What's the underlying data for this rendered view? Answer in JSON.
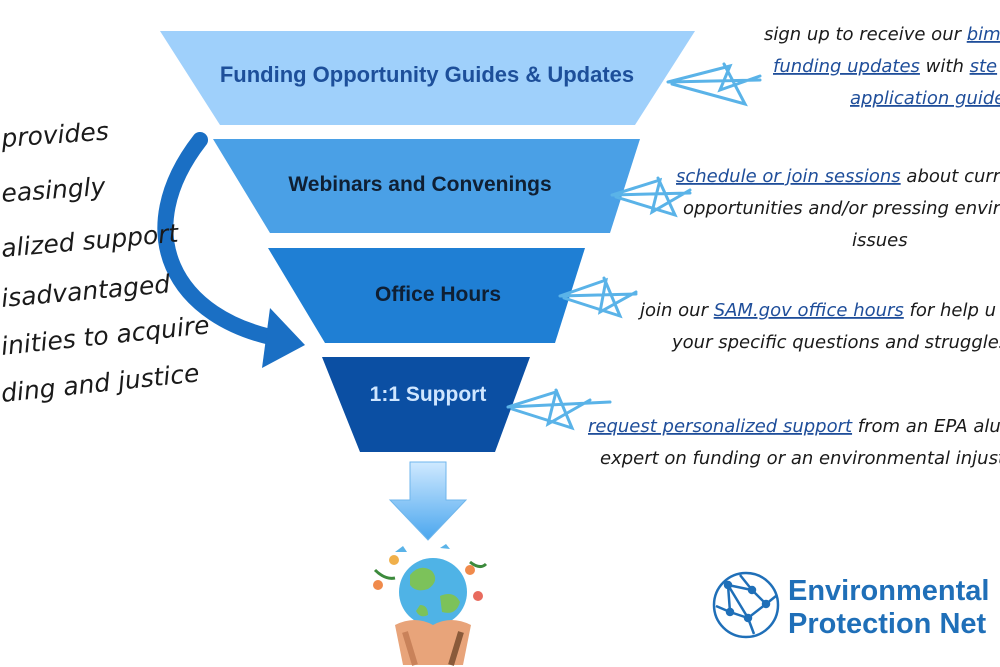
{
  "tiers": [
    {
      "label": "Funding Opportunity Guides & Updates",
      "color": "#9fd0fb",
      "text_color": "#1d4f9a"
    },
    {
      "label": "Webinars and Convenings",
      "color": "#4aa0e6",
      "text_color": "#0f1f33"
    },
    {
      "label": "Office Hours",
      "color": "#1f7fd4",
      "text_color": "#0f1f33"
    },
    {
      "label": "1:1 Support",
      "color": "#0b4fa3",
      "text_color": "#cfe6ff"
    }
  ],
  "left_text": [
    "provides",
    "easingly",
    "alized support",
    "isadvantaged",
    "inities to acquire",
    "ding and justice"
  ],
  "notes": [
    {
      "lines": [
        [
          {
            "t": "sign up to receive our "
          },
          {
            "t": "bim",
            "link": true
          }
        ],
        [
          {
            "t": "funding updates",
            "link": true
          },
          {
            "t": " with "
          },
          {
            "t": "ste",
            "link": true
          }
        ],
        [
          {
            "t": "application guides",
            "link": true
          }
        ]
      ]
    },
    {
      "lines": [
        [
          {
            "t": "schedule or join sessions",
            "link": true
          },
          {
            "t": " about curre"
          }
        ],
        [
          {
            "t": "opportunities and/or pressing enviro"
          }
        ],
        [
          {
            "t": "issues"
          }
        ]
      ]
    },
    {
      "lines": [
        [
          {
            "t": "join our "
          },
          {
            "t": "SAM.gov office hours",
            "link": true
          },
          {
            "t": " for help u"
          }
        ],
        [
          {
            "t": "your specific questions and struggles"
          }
        ]
      ]
    },
    {
      "lines": [
        [
          {
            "t": "request personalized support",
            "link": true
          },
          {
            "t": " from an EPA alu"
          }
        ],
        [
          {
            "t": "expert on funding or an environmental injust"
          }
        ]
      ]
    }
  ],
  "logo": {
    "line1": "Environmental",
    "line2": "Protection Net",
    "color": "#1f6fb8"
  },
  "colors": {
    "accent_arrow": "#1a6fc4",
    "scribble": "#5ab3e8"
  }
}
